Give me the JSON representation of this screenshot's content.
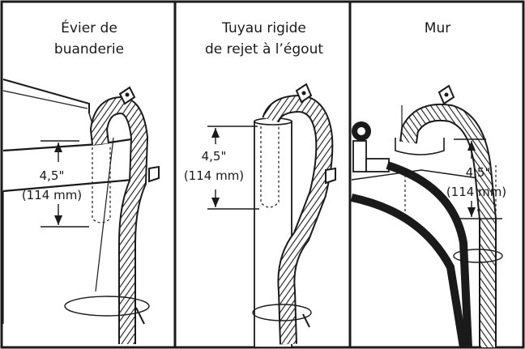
{
  "panels": [
    {
      "title_lines": [
        "Évier de",
        "buanderie"
      ],
      "measure": "4,5\"",
      "measure_mm": "(114 mm)"
    },
    {
      "title_lines": [
        "Tuyau rigide",
        "de rejet à l’égout"
      ],
      "measure": "4,5\"",
      "measure_mm": "(114 mm)"
    },
    {
      "title_lines": [
        "Mur"
      ],
      "measure": "4,5\"",
      "measure_mm": "(114 mm)"
    }
  ],
  "colors": {
    "ink": "#1a1a1a",
    "background": "#ffffff"
  },
  "icons": [
    "faucet-icon"
  ]
}
